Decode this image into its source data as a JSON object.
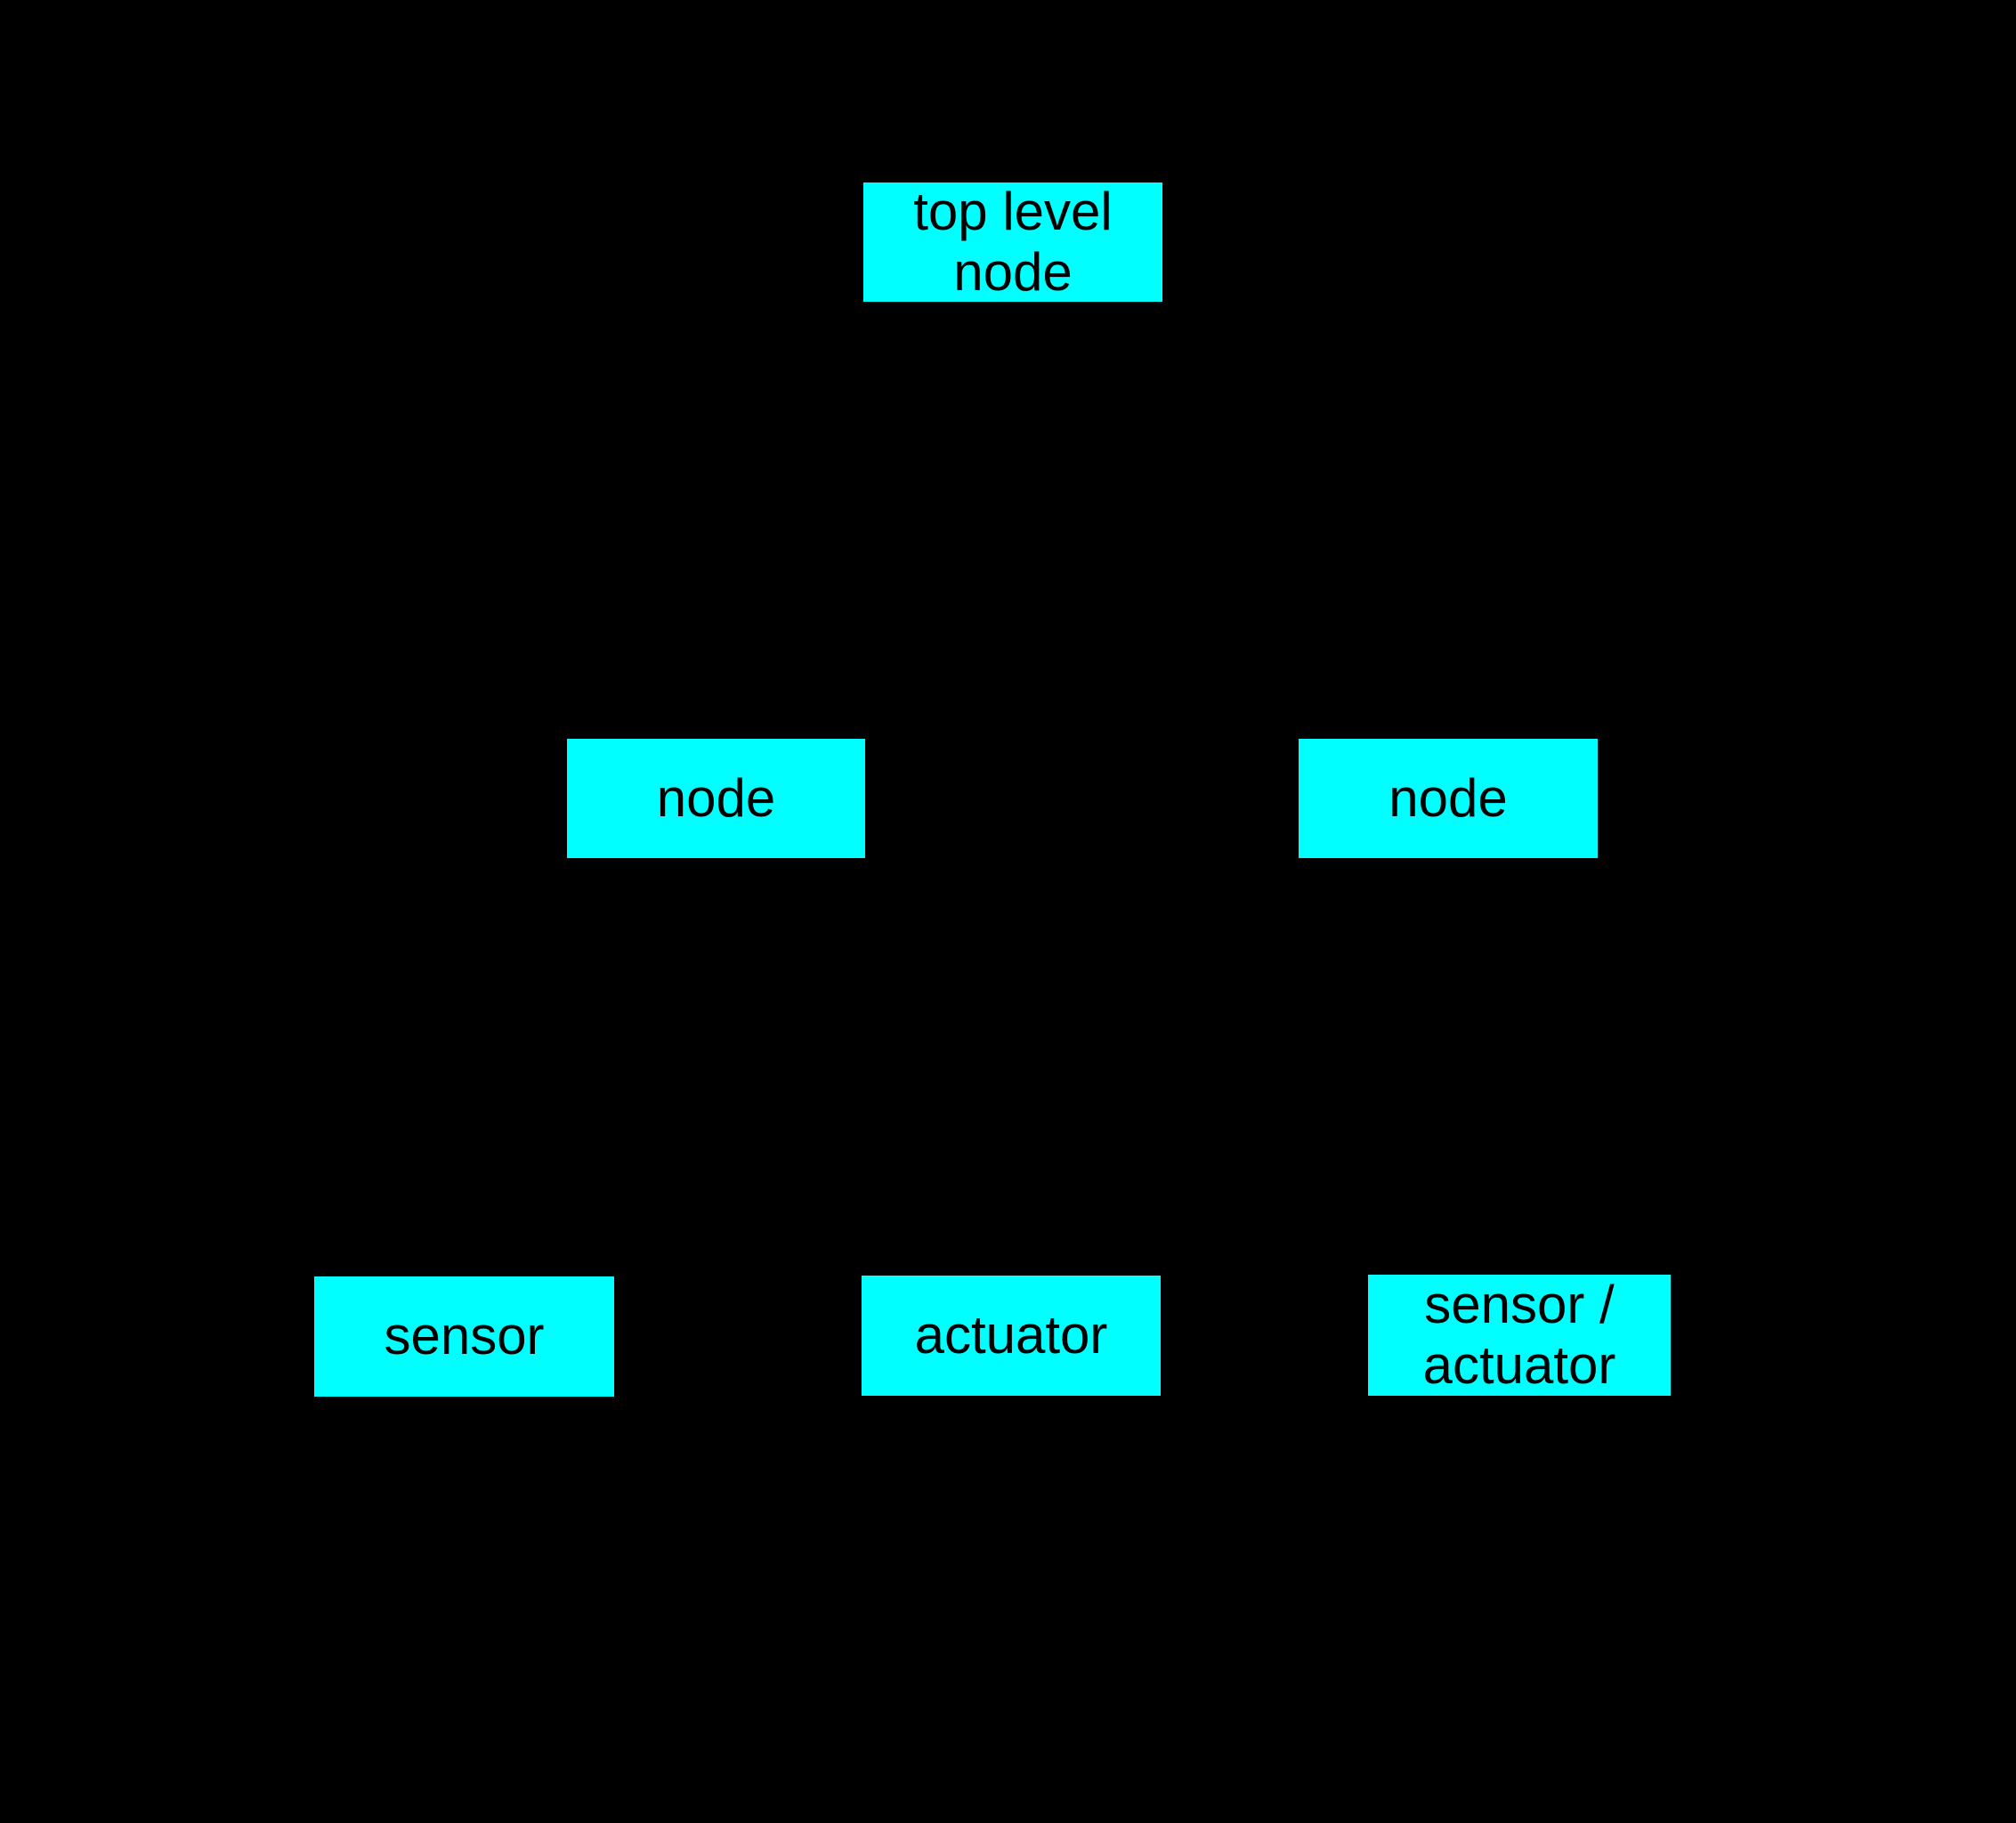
{
  "canvas": {
    "background_color": "#000000",
    "node_fill_color": "#00ffff",
    "node_text_color": "#000000"
  },
  "diagram": {
    "type": "tree",
    "nodes": [
      {
        "id": "top-level-node",
        "label": "top level\nnode"
      },
      {
        "id": "node-left",
        "label": "node"
      },
      {
        "id": "node-right",
        "label": "node"
      },
      {
        "id": "sensor",
        "label": "sensor"
      },
      {
        "id": "actuator",
        "label": "actuator"
      },
      {
        "id": "sensor-actuator",
        "label": "sensor /\nactuator"
      }
    ]
  }
}
